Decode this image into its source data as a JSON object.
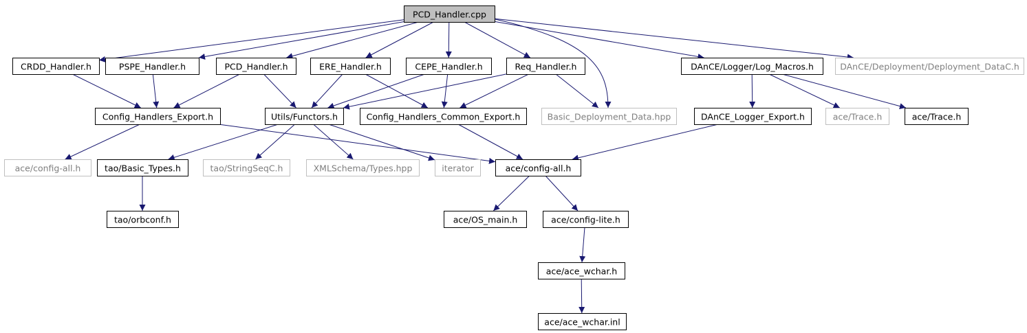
{
  "colors": {
    "edge": "#191970",
    "root_fill": "#bfbfbf",
    "node_border": "#000000",
    "external_border": "#bfbfbf",
    "external_text": "#7f7f7f",
    "text": "#000000"
  },
  "nodes": {
    "root": {
      "label": "PCD_Handler.cpp",
      "kind": "root"
    },
    "crdd": {
      "label": "CRDD_Handler.h",
      "kind": "normal"
    },
    "pspe": {
      "label": "PSPE_Handler.h",
      "kind": "normal"
    },
    "pcd": {
      "label": "PCD_Handler.h",
      "kind": "normal"
    },
    "ere": {
      "label": "ERE_Handler.h",
      "kind": "normal"
    },
    "cepe": {
      "label": "CEPE_Handler.h",
      "kind": "normal"
    },
    "req": {
      "label": "Req_Handler.h",
      "kind": "normal"
    },
    "logmac": {
      "label": "DAnCE/Logger/Log_Macros.h",
      "kind": "normal"
    },
    "depdatac": {
      "label": "DAnCE/Deployment/Deployment_DataC.h",
      "kind": "external"
    },
    "chexport": {
      "label": "Config_Handlers_Export.h",
      "kind": "normal"
    },
    "functors": {
      "label": "Utils/Functors.h",
      "kind": "normal"
    },
    "chcommon": {
      "label": "Config_Handlers_Common_Export.h",
      "kind": "normal"
    },
    "basicdep": {
      "label": "Basic_Deployment_Data.hpp",
      "kind": "external"
    },
    "loggerexp": {
      "label": "DAnCE_Logger_Export.h",
      "kind": "normal"
    },
    "trace_ext": {
      "label": "ace/Trace.h",
      "kind": "external"
    },
    "trace": {
      "label": "ace/Trace.h",
      "kind": "normal"
    },
    "configall_ext": {
      "label": "ace/config-all.h",
      "kind": "external"
    },
    "basictypes": {
      "label": "tao/Basic_Types.h",
      "kind": "normal"
    },
    "stringseq": {
      "label": "tao/StringSeqC.h",
      "kind": "external"
    },
    "xmltypes": {
      "label": "XMLSchema/Types.hpp",
      "kind": "external"
    },
    "iterator": {
      "label": "iterator",
      "kind": "external"
    },
    "configall": {
      "label": "ace/config-all.h",
      "kind": "normal"
    },
    "orbconf": {
      "label": "tao/orbconf.h",
      "kind": "normal"
    },
    "osmain": {
      "label": "ace/OS_main.h",
      "kind": "normal"
    },
    "configlite": {
      "label": "ace/config-lite.h",
      "kind": "normal"
    },
    "wchar": {
      "label": "ace/ace_wchar.h",
      "kind": "normal"
    },
    "wcharinl": {
      "label": "ace/ace_wchar.inl",
      "kind": "normal"
    }
  },
  "edges": [
    {
      "from": "root",
      "to": "crdd"
    },
    {
      "from": "root",
      "to": "pspe"
    },
    {
      "from": "root",
      "to": "pcd"
    },
    {
      "from": "root",
      "to": "ere"
    },
    {
      "from": "root",
      "to": "cepe"
    },
    {
      "from": "root",
      "to": "req"
    },
    {
      "from": "root",
      "to": "basicdep"
    },
    {
      "from": "root",
      "to": "logmac"
    },
    {
      "from": "root",
      "to": "depdatac"
    },
    {
      "from": "crdd",
      "to": "chexport"
    },
    {
      "from": "pspe",
      "to": "chexport"
    },
    {
      "from": "pcd",
      "to": "chexport"
    },
    {
      "from": "pcd",
      "to": "functors"
    },
    {
      "from": "ere",
      "to": "functors"
    },
    {
      "from": "ere",
      "to": "chcommon"
    },
    {
      "from": "cepe",
      "to": "functors"
    },
    {
      "from": "cepe",
      "to": "chcommon"
    },
    {
      "from": "req",
      "to": "functors"
    },
    {
      "from": "req",
      "to": "chcommon"
    },
    {
      "from": "req",
      "to": "basicdep"
    },
    {
      "from": "logmac",
      "to": "loggerexp"
    },
    {
      "from": "logmac",
      "to": "trace_ext"
    },
    {
      "from": "logmac",
      "to": "trace"
    },
    {
      "from": "chexport",
      "to": "configall_ext"
    },
    {
      "from": "chexport",
      "to": "configall"
    },
    {
      "from": "functors",
      "to": "basictypes"
    },
    {
      "from": "functors",
      "to": "stringseq"
    },
    {
      "from": "functors",
      "to": "xmltypes"
    },
    {
      "from": "functors",
      "to": "iterator"
    },
    {
      "from": "chcommon",
      "to": "configall"
    },
    {
      "from": "loggerexp",
      "to": "configall"
    },
    {
      "from": "basictypes",
      "to": "orbconf"
    },
    {
      "from": "configall",
      "to": "osmain"
    },
    {
      "from": "configall",
      "to": "configlite"
    },
    {
      "from": "configlite",
      "to": "wchar"
    },
    {
      "from": "wchar",
      "to": "wcharinl"
    }
  ]
}
